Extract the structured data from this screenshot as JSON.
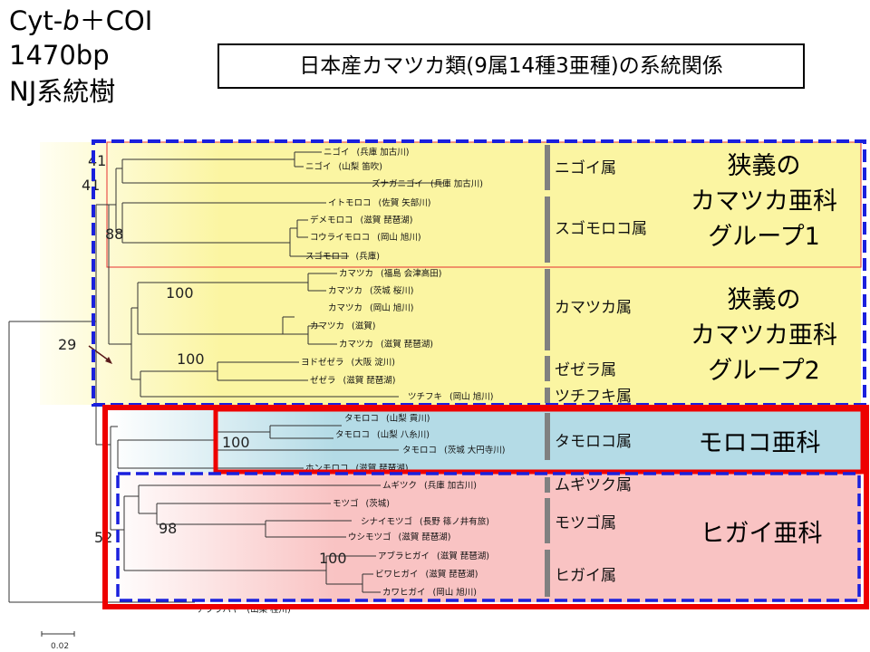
{
  "header": {
    "line1": "Cyt-b＋COI",
    "line2": "1470bp",
    "line3": "NJ系統樹",
    "title": "日本産カマツカ類(9属14種3亜種)の系統関係"
  },
  "taxa": [
    {
      "name": "ニゴイ",
      "loc": "(兵庫 加古川)"
    },
    {
      "name": "ニゴイ",
      "loc": "(山梨 笛吹)"
    },
    {
      "name": "ズナガニゴイ",
      "loc": "(兵庫 加古川)"
    },
    {
      "name": "イトモロコ",
      "loc": "(佐賀 矢部川)"
    },
    {
      "name": "デメモロコ",
      "loc": "(滋賀 琵琶湖)"
    },
    {
      "name": "コウライモロコ",
      "loc": "(岡山 旭川)"
    },
    {
      "name": "スゴモロコ",
      "loc": "(兵庫)"
    },
    {
      "name": "カマツカ",
      "loc": "(福島 会津高田)"
    },
    {
      "name": "カマツカ",
      "loc": "(茨城 桜川)"
    },
    {
      "name": "カマツカ",
      "loc": "(岡山 旭川)"
    },
    {
      "name": "カマツカ",
      "loc": "(滋賀)"
    },
    {
      "name": "カマツカ",
      "loc": "(滋賀 琵琶湖)"
    },
    {
      "name": "ヨドゼゼラ",
      "loc": "(大阪 淀川)"
    },
    {
      "name": "ゼゼラ",
      "loc": "(滋賀 琵琶湖)"
    },
    {
      "name": "ツチフキ",
      "loc": "(岡山 旭川)"
    },
    {
      "name": "タモロコ",
      "loc": "(山梨 貢川)"
    },
    {
      "name": "タモロコ",
      "loc": "(山梨 八糸川)"
    },
    {
      "name": "タモロコ",
      "loc": "(茨城 大円寺川)"
    },
    {
      "name": "ホンモロコ",
      "loc": "(滋賀 琵琶湖)"
    },
    {
      "name": "ムギツク",
      "loc": "(兵庫 加古川)"
    },
    {
      "name": "モツゴ",
      "loc": "(茨城)"
    },
    {
      "name": "シナイモツゴ",
      "loc": "(長野 篠ノ井有旅)"
    },
    {
      "name": "ウシモツゴ",
      "loc": "(滋賀 琵琶湖)"
    },
    {
      "name": "アブラヒガイ",
      "loc": "(滋賀 琵琶湖)"
    },
    {
      "name": "ビワヒガイ",
      "loc": "(滋賀 琵琶湖)"
    },
    {
      "name": "カワヒガイ",
      "loc": "(岡山 旭川)"
    },
    {
      "name": "アブラハヤ",
      "loc": "(山梨 桂川)"
    }
  ],
  "genera": [
    "ニゴイ属",
    "スゴモロコ属",
    "カマツカ属",
    "ゼゼラ属",
    "ツチフキ属",
    "タモロコ属",
    "ムギツク属",
    "モツゴ属",
    "ヒガイ属"
  ],
  "groups": {
    "g1": [
      "狭義の",
      "カマツカ亜科",
      "グループ1"
    ],
    "g2": [
      "狭義の",
      "カマツカ亜科",
      "グループ2"
    ],
    "moroko": "モロコ亜科",
    "higai": "ヒガイ亜科"
  },
  "bootstrap": [
    "41",
    "41",
    "88",
    "100",
    "29",
    "100",
    "100",
    "98",
    "52",
    "100"
  ],
  "scale_label": "0.02",
  "colors": {
    "yellow": "#fbf5a2",
    "blue_band": "#b4dbe6",
    "pink": "#f9c3c3",
    "red": "#ee0000",
    "blue_dash": "#1a20dd",
    "gray_bar": "#808080"
  }
}
